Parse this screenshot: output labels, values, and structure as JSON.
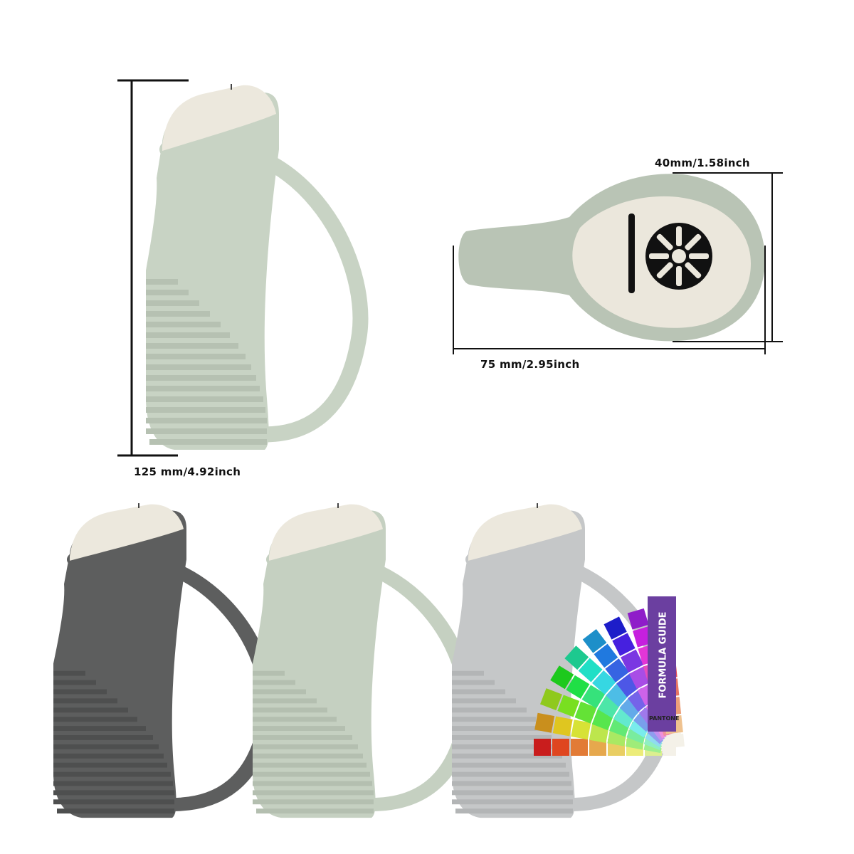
{
  "dimensions": {
    "height_label": "125 mm/4.92inch",
    "width_label": "40mm/1.58inch",
    "length_label": "75 mm/2.95inch"
  },
  "variants": [
    {
      "name": "dark grey",
      "body": "#5d5e5e",
      "grip": "#4e4f4f"
    },
    {
      "name": "sage green",
      "body": "#c5d0c1",
      "grip": "#b4bfb0"
    },
    {
      "name": "light grey",
      "body": "#c5c7c8",
      "grip": "#b3b5b6"
    }
  ],
  "colors": {
    "main_body": "#c8d3c4",
    "cap": "#ece8dd",
    "dimension_line": "#111111"
  },
  "swatch_guide": {
    "title": "FORMULA GUIDE",
    "subtitle": "Solid Uncoated",
    "brand": "PANTONE"
  }
}
